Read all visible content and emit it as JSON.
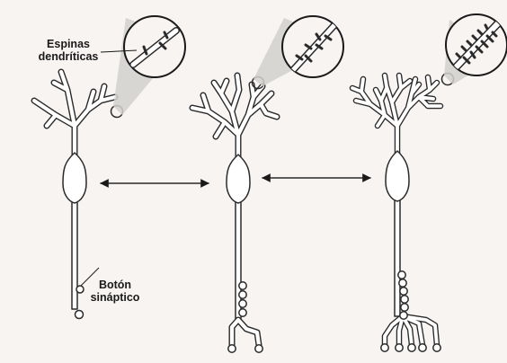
{
  "labels": {
    "spines_line1": "Espinas",
    "spines_line2": "dendríticas",
    "bouton_line1": "Botón",
    "bouton_line2": "sináptico"
  },
  "colors": {
    "background": "#f7f4f2",
    "outline": "#2a2a2a",
    "fill": "#ffffff",
    "text": "#1a1a1a"
  },
  "stages": [
    {
      "name": "neuron-stage-1",
      "dendrite_branching": "low",
      "spines": "few",
      "boutons": 1,
      "axon_terminals": 1
    },
    {
      "name": "neuron-stage-2",
      "dendrite_branching": "medium",
      "spines": "moderate",
      "boutons": 4,
      "axon_terminals": 2
    },
    {
      "name": "neuron-stage-3",
      "dendrite_branching": "high",
      "spines": "many",
      "boutons": 6,
      "axon_terminals": 5
    }
  ],
  "arrows": [
    "double-arrow-stage-1-2",
    "double-arrow-stage-2-3"
  ]
}
